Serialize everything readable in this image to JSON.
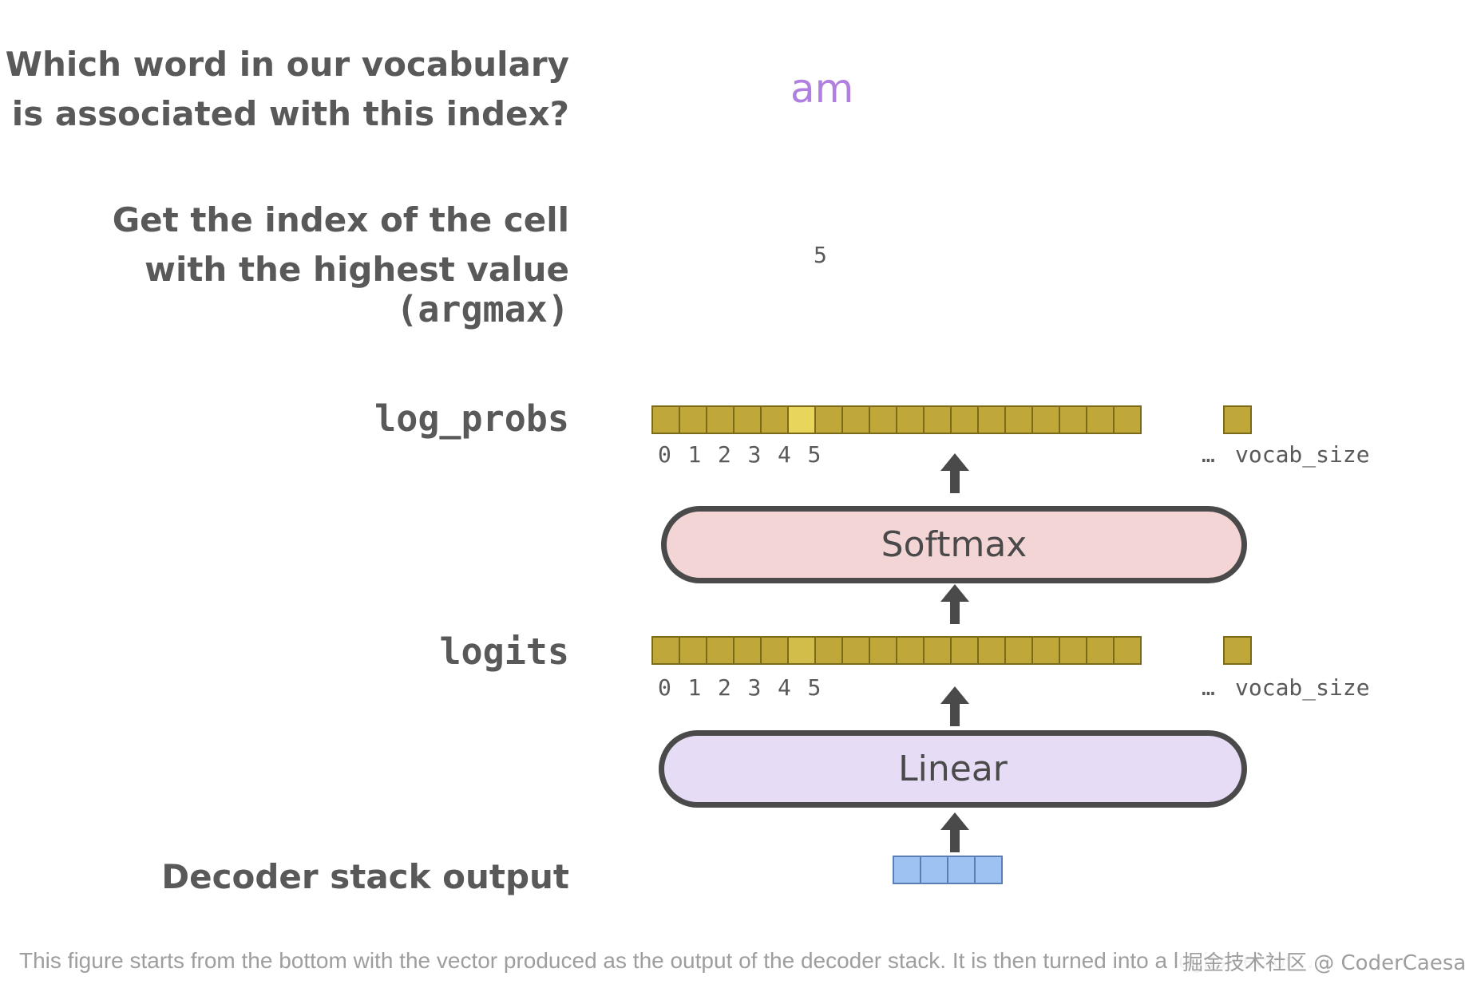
{
  "labels": {
    "question_line1": "Which word in our vocabulary",
    "question_line2": "is associated with this index?",
    "argmax_line1": "Get the index of the cell",
    "argmax_line2": "with the highest value",
    "argmax_line3": "(argmax)",
    "log_probs": "log_probs",
    "logits": "logits",
    "decoder_output": "Decoder stack output"
  },
  "outputs": {
    "word": "am",
    "index": "5"
  },
  "vectors": {
    "index_labels": [
      "0",
      "1",
      "2",
      "3",
      "4",
      "5"
    ],
    "ellipsis": "…",
    "vocab_size": "vocab_size",
    "log_probs_highlight_index": 5,
    "logits_highlight_index": 5
  },
  "layers": {
    "softmax": "Softmax",
    "linear": "Linear"
  },
  "caption": "This figure starts from the bottom with the vector produced as the output of the decoder stack. It is then turned into a logits vector …",
  "watermark": "掘金技术社区 @ CoderCaesar",
  "colors": {
    "vector_cell": "#bfa73a",
    "vector_highlight": "#e8d55c",
    "logits_highlight": "#d2bd4a",
    "decoder_cell": "#9ec2f2",
    "softmax_fill": "#f4d5d5",
    "linear_fill": "#e6dcf5",
    "word_color": "#b07fe0"
  }
}
